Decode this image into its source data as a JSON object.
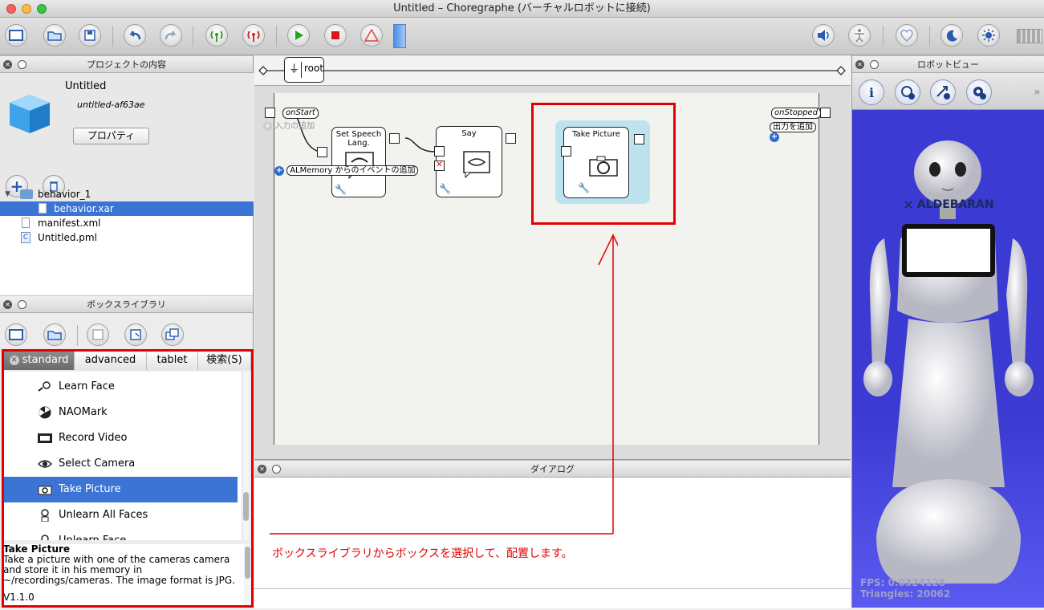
{
  "window": {
    "title": "Untitled – Choregraphe (バーチャルロボットに接続)"
  },
  "project_panel": {
    "header": "プロジェクトの内容",
    "project_name": "Untitled",
    "project_id": "untitled-af63ae",
    "properties_button": "プロパティ",
    "tree": [
      {
        "label": "behavior_1"
      },
      {
        "label": "behavior.xar"
      },
      {
        "label": "manifest.xml"
      },
      {
        "label": "Untitled.pml"
      }
    ]
  },
  "box_library": {
    "header": "ボックスライブラリ",
    "tabs": [
      "standard",
      "advanced",
      "tablet",
      "検索(S)"
    ],
    "items": [
      {
        "label": "Learn Face"
      },
      {
        "label": "NAOMark"
      },
      {
        "label": "Record Video"
      },
      {
        "label": "Select Camera"
      },
      {
        "label": "Take Picture"
      },
      {
        "label": "Unlearn All Faces"
      },
      {
        "label": "Unlearn Face"
      }
    ],
    "description": {
      "title": "Take Picture",
      "line1": "Take a picture with one of the cameras camera",
      "line2": "and store it in his memory in",
      "line3": "~/recordings/cameras. The image format is JPG.",
      "version": "V1.1.0"
    }
  },
  "flow": {
    "breadcrumb": "root",
    "on_start": "onStart",
    "add_input": "入力の追加",
    "on_stopped": "onStopped",
    "add_output": "出力を追加",
    "almemory": "ALMemory からのイベントの追加",
    "boxes": [
      {
        "title": "Set Speech Lang."
      },
      {
        "title": "Say"
      },
      {
        "title": "Take Picture"
      }
    ]
  },
  "dialog": {
    "header": "ダイアログ"
  },
  "annotation": "ボックスライブラリからボックスを選択して、配置します。",
  "robot_panel": {
    "header": "ロボットビュー",
    "logo_text": "ALDEBARAN",
    "fps": "FPS: 0.0324128",
    "triangles": "Triangles: 20062"
  },
  "colors": {
    "accent": "#3b74d4",
    "annotation_red": "#e00000",
    "robot_bg": "#3b3bd3",
    "selected_box": "#bde3ee"
  }
}
